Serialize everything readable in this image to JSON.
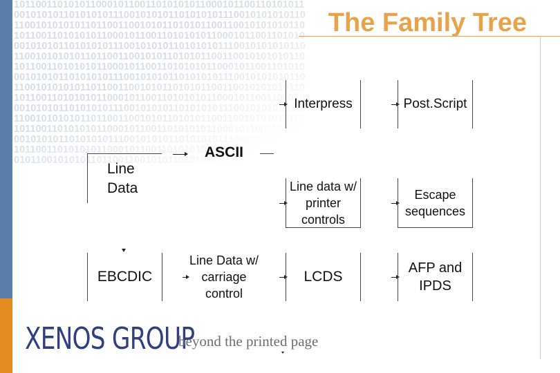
{
  "slide": {
    "title": "The Family Tree",
    "binary_lines": [
      "10110011010101100010110011010101011000101100110101011",
      "00101010110101010111001010101101010101110010101010110",
      "11001010101011011001100101011010101100110010101010110",
      "10110011010101011000101100110101010110001011001101010",
      "00101010110101010111001010101101010101110010101010110",
      "11001010101011011001100101011010101100110010101010110",
      "10110011010101011000101100110101010110001011001101010",
      "00101010110101010111001010101101010101110010101010110",
      "11001010101011011001100101011010101100110010101010110",
      "10110011010101011000101100110101010110001011001101010",
      "00101010110101010111001010101101010101110010101010110",
      "11001010101011011001100101011010101100110010101010110",
      "10110011010101011000101100110101010110001011001101010",
      "00101010110101010111001010101101010101110010101010110",
      "10110011010101011000101100110101010110001011001101010",
      "01011001010101101100110010101101010110011001010101011"
    ]
  },
  "diagram": {
    "nodes": {
      "interpress": "Interpress",
      "postscript": "Post.Script",
      "ascii": "ASCII",
      "line_data": "Line Data",
      "line_data_printer": "Line data w/ printer controls",
      "escape_sequences": "Escape sequences",
      "ebcdic": "EBCDIC",
      "line_data_carriage": "Line Data w/ carriage control",
      "lcds": "LCDS",
      "afp_ipds": "AFP and IPDS"
    }
  },
  "logo": {
    "wordmark": "XENOS GROUP",
    "tagline": "beyond the printed page"
  },
  "colors": {
    "title": "#e8a24a",
    "side_bar_top": "#5b7fa8",
    "side_bar_bottom": "#e48a1f",
    "logo": "#2f3f80"
  }
}
